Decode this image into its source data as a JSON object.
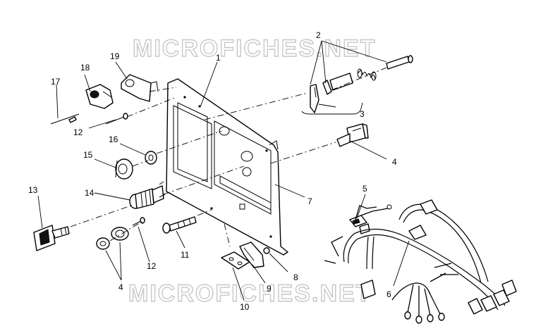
{
  "watermark": {
    "top": "MICROFICHES.NET",
    "bottom": "MICROFICHES.NET"
  },
  "callouts": {
    "c1": "1",
    "c2": "2",
    "c3": "3",
    "c4_right": "4",
    "c4_left": "4",
    "c5": "5",
    "c6": "6",
    "c7": "7",
    "c8": "8",
    "c9": "9",
    "c10": "10",
    "c11": "11",
    "c12_top": "12",
    "c12_bottom": "12",
    "c13": "13",
    "c14": "14",
    "c15": "15",
    "c16": "16",
    "c17": "17",
    "c18": "18",
    "c19": "19"
  },
  "colors": {
    "ink": "#000000",
    "watermark": "#c8c8c8",
    "background": "#ffffff"
  }
}
